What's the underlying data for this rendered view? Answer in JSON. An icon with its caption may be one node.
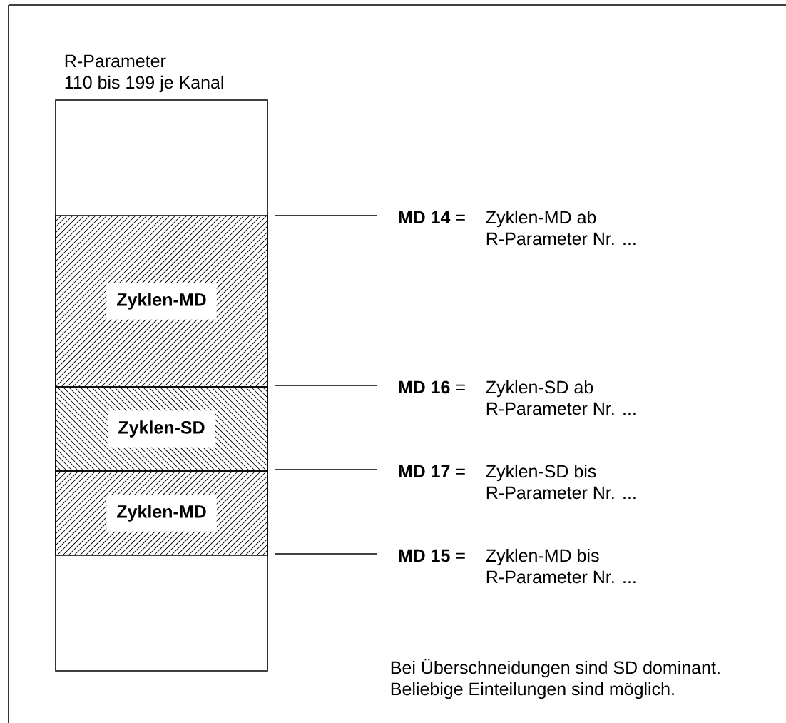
{
  "diagram": {
    "nodes": [
      {
        "text": [
          "R-Parameter 110 bis 199 je Kanal"
        ]
      },
      {
        "text": [
          "Zyklen-MD"
        ],
        "in": 0
      },
      {
        "text": [
          "Zyklen-SD"
        ],
        "in": 0
      },
      {
        "text": [
          "Zyklen-MD"
        ],
        "in": 0
      },
      {
        "text": [
          "**MD 14** =",
          "Zyklen-MD ab R-Parameter Nr. ..."
        ]
      },
      {
        "text": [
          "**MD 16** =",
          "Zyklen-SD ab R-Parameter Nr. ..."
        ]
      },
      {
        "text": [
          "**MD 17** =",
          "Zyklen-SD bis R-Parameter Nr. ..."
        ]
      },
      {
        "text": [
          "**MD 15** =",
          "Zyklen-MD bis R-Parameter Nr. ..."
        ]
      }
    ],
    "edges": [
      {
        "from": 4,
        "to": 1,
        "arrow": "none"
      },
      {
        "from": 5,
        "to": 2,
        "arrow": "none"
      },
      {
        "from": 6,
        "to": 2,
        "arrow": "none"
      },
      {
        "from": 7,
        "to": 3,
        "arrow": "none"
      }
    ],
    "labels": [
      "Bei Überschneidungen sind SD dominant.",
      "Beliebige Einteilungen sind möglich."
    ]
  }
}
